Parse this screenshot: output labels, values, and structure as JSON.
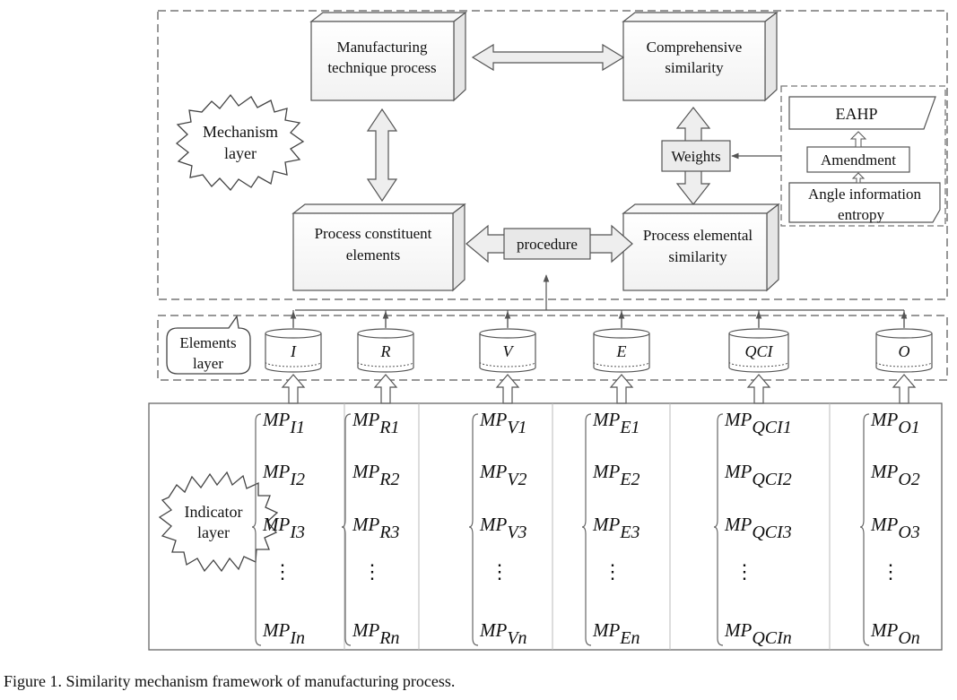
{
  "mechanism_layer": {
    "label": [
      "Mechanism",
      "layer"
    ],
    "manufacturing_technique_process": [
      "Manufacturing",
      "technique process"
    ],
    "comprehensive_similarity": [
      "Comprehensive",
      "similarity"
    ],
    "process_constituent_elements": [
      "Process constituent",
      "elements"
    ],
    "process_elemental_similarity": [
      "Process  elemental",
      "similarity"
    ],
    "procedure": "procedure",
    "weights": "Weights",
    "eahp": "EAHP",
    "amendment": "Amendment",
    "angle_information_entropy": [
      "Angle information",
      "entropy"
    ]
  },
  "elements_layer": {
    "label": [
      "Elements",
      "layer"
    ],
    "elements": [
      "I",
      "R",
      "V",
      "E",
      "QCI",
      "O"
    ]
  },
  "indicator_layer": {
    "label": [
      "Indicator",
      "layer"
    ],
    "columns": [
      {
        "base": "MP",
        "subs": [
          "I1",
          "I2",
          "I3",
          "In"
        ]
      },
      {
        "base": "MP",
        "subs": [
          "R1",
          "R2",
          "R3",
          "Rn"
        ]
      },
      {
        "base": "MP",
        "subs": [
          "V1",
          "V2",
          "V3",
          "Vn"
        ]
      },
      {
        "base": "MP",
        "subs": [
          "E1",
          "E2",
          "E3",
          "En"
        ]
      },
      {
        "base": "MP",
        "subs": [
          "QCI1",
          "QCI2",
          "QCI3",
          "QCIn"
        ]
      },
      {
        "base": "MP",
        "subs": [
          "O1",
          "O2",
          "O3",
          "On"
        ]
      }
    ],
    "ellipsis": "⋮"
  },
  "caption": "Figure  1.    Similarity mechanism framework of manufacturing process."
}
